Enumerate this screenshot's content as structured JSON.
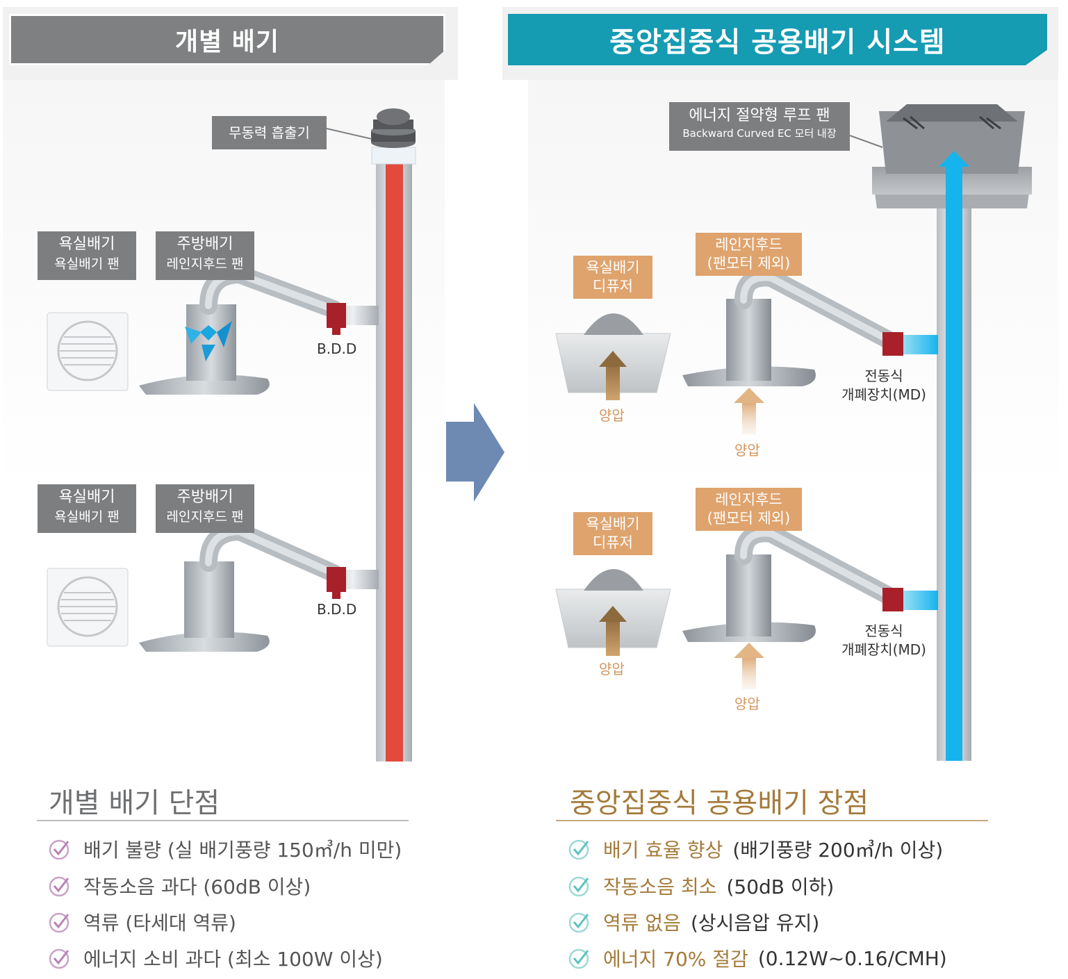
{
  "left_panel": {
    "title": "개별 배기",
    "top_label": "무동력 흡출기",
    "units": [
      {
        "bath_title": "욕실배기",
        "bath_sub": "욕실배기 팬",
        "kitchen_title": "주방배기",
        "kitchen_sub": "레인지후드 팬",
        "damper_label": "B.D.D"
      },
      {
        "bath_title": "욕실배기",
        "bath_sub": "욕실배기 팬",
        "kitchen_title": "주방배기",
        "kitchen_sub": "레인지후드 팬",
        "damper_label": "B.D.D"
      }
    ],
    "section_title": "개별 배기 단점",
    "items": [
      "배기 불량 (실 배기풍량 150㎥/h 미만)",
      "작동소음 과다 (60dB 이상)",
      "역류 (타세대 역류)",
      "에너지 소비 과다 (최소 100W 이상)"
    ]
  },
  "right_panel": {
    "title": "중앙집중식 공용배기 시스템",
    "top_label_main": "에너지 절약형 루프 팬",
    "top_label_sub": "Backward Curved EC 모터 내장",
    "units": [
      {
        "bath_line1": "욕실배기",
        "bath_line2": "디퓨저",
        "hood_line1": "레인지후드",
        "hood_line2": "(팬모터 제외)",
        "pressure_bath": "양압",
        "pressure_hood": "양압",
        "damper_line1": "전동식",
        "damper_line2": "개폐장치(MD)"
      },
      {
        "bath_line1": "욕실배기",
        "bath_line2": "디퓨저",
        "hood_line1": "레인지후드",
        "hood_line2": "(팬모터 제외)",
        "pressure_bath": "양압",
        "pressure_hood": "양압",
        "damper_line1": "전동식",
        "damper_line2": "개폐장치(MD)"
      }
    ],
    "section_title": "중앙집중식 공용배기 장점",
    "items": [
      {
        "highlight": "배기 효율 향상",
        "detail": "(배기풍량 200㎥/h 이상)"
      },
      {
        "highlight": "작동소음 최소",
        "detail": "(50dB 이하)"
      },
      {
        "highlight": "역류 없음",
        "detail": "(상시음압 유지)"
      },
      {
        "highlight": "에너지 70% 절감",
        "detail": "(0.12W~0.16/CMH)"
      }
    ]
  },
  "colors": {
    "left_banner": "#7f8081",
    "right_banner": "#159bb2",
    "red_duct": "#e24a3e",
    "blue_duct": "#16b4ec",
    "label_orange": "#dfa36d",
    "arrow": "#6e8ab3"
  }
}
